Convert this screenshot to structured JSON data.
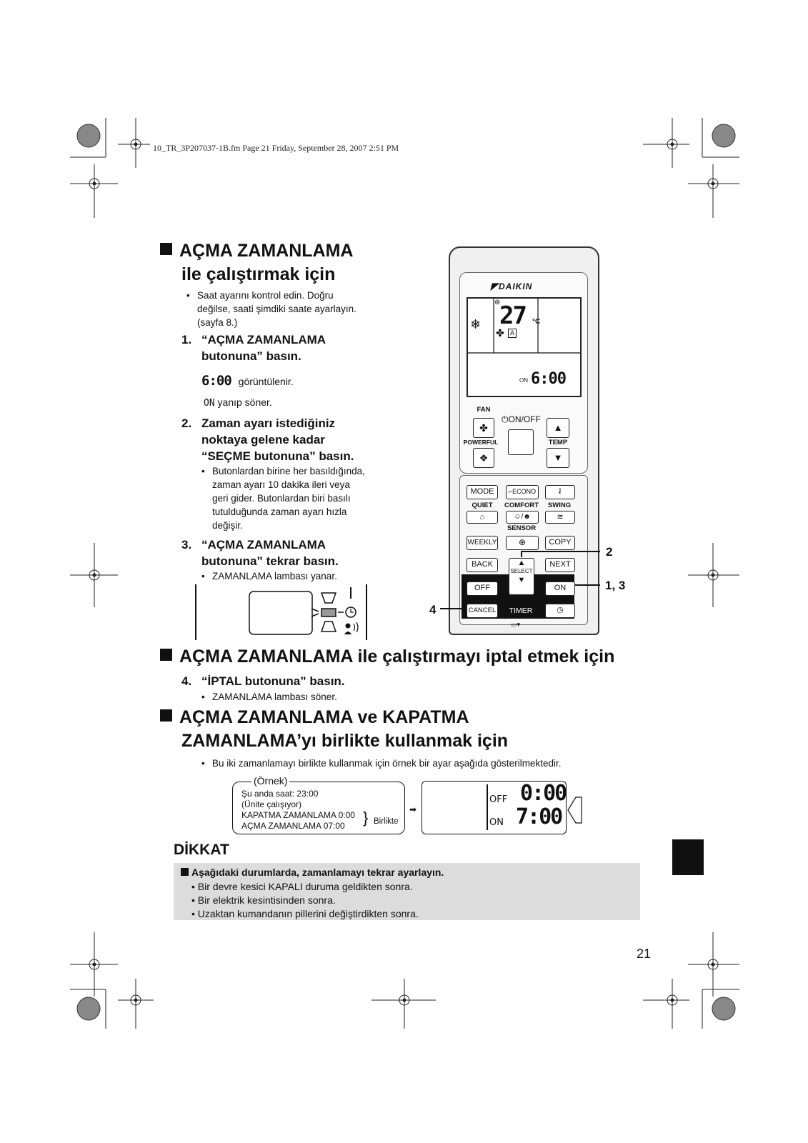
{
  "header": {
    "file_line": "10_TR_3P207037-1B.fm  Page 21  Friday, September 28, 2007  2:51 PM"
  },
  "section1": {
    "title_line1": "AÇMA ZAMANLAMA",
    "title_line2": "ile çalıştırmak için",
    "intro_bullet": [
      "Saat ayarını kontrol edin. Doğru",
      "değilse, saati şimdiki saate ayarlayın.",
      "(sayfa 8.)"
    ],
    "step1": {
      "num": "1.",
      "line1": "“AÇMA ZAMANLAMA",
      "line2": "butonuna” basın."
    },
    "display_time": "6:00",
    "display_text": "görüntülenir.",
    "on_label": "ON",
    "on_text": "yanıp söner.",
    "step2": {
      "num": "2.",
      "line1": "Zaman ayarı istediğiniz",
      "line2": "noktaya gelene kadar",
      "line3": "“SEÇME butonuna” basın."
    },
    "step2_bullet": [
      "Butonlardan birine her basıldığında,",
      "zaman ayarı 10 dakika ileri veya",
      "geri gider. Butonlardan biri basılı",
      "tutulduğunda zaman ayarı hızla",
      "değişir."
    ],
    "step3": {
      "num": "3.",
      "line1": "“AÇMA ZAMANLAMA",
      "line2": "butonuna” tekrar basın."
    },
    "step3_bullet": "ZAMANLAMA lambası yanar."
  },
  "section2": {
    "title": "AÇMA ZAMANLAMA ile çalıştırmayı iptal etmek için",
    "step4": {
      "num": "4.",
      "text": "“İPTAL butonuna” basın."
    },
    "step4_bullet": "ZAMANLAMA lambası söner."
  },
  "section3": {
    "title_line1": "AÇMA ZAMANLAMA ve KAPATMA",
    "title_line2": "ZAMANLAMA’yı birlikte kullanmak için",
    "bullet": "Bu iki zamanlamayı birlikte kullanmak için örnek bir ayar aşağıda gösterilmektedir.",
    "example": {
      "label": "(Örnek)",
      "lines": [
        "Şu anda saat: 23:00",
        "(Ünite çalışıyor)",
        "KAPATMA ZAMANLAMA 0:00",
        "AÇMA ZAMANLAMA 07:00"
      ],
      "together": "Birlikte",
      "off_label": "OFF",
      "off_time": "0:00",
      "on_label": "ON",
      "on_time": "7:00"
    }
  },
  "dikkat": {
    "title": "DİKKAT",
    "head": "Aşağıdaki durumlarda, zamanlamayı tekrar ayarlayın.",
    "items": [
      "Bir devre kesici KAPALI duruma geldikten sonra.",
      "Bir elektrik kesintisinden sonra.",
      "Uzaktan kumandanın pillerini değiştirdikten sonra."
    ]
  },
  "remote": {
    "brand": "DAIKIN",
    "temp": "27",
    "unit": "°C",
    "mode_letter": "A",
    "lcd_on": "ON",
    "lcd_time": "6:00",
    "labels": {
      "fan": "FAN",
      "onoff": "ON/OFF",
      "powerful": "POWERFUL",
      "temp": "TEMP",
      "quiet": "QUIET",
      "comfort": "COMFORT",
      "swing": "SWING",
      "sensor": "SENSOR",
      "select": "SELECT",
      "timer": "TIMER"
    },
    "buttons": {
      "mode": "MODE",
      "econo": "ECONO",
      "weekly": "WEEKLY",
      "copy": "COPY",
      "back": "BACK",
      "next": "NEXT",
      "off": "OFF",
      "on": "ON",
      "cancel": "CANCEL"
    },
    "callouts": {
      "c2": "2",
      "c13": "1, 3",
      "c4": "4"
    }
  },
  "page_number": "21"
}
